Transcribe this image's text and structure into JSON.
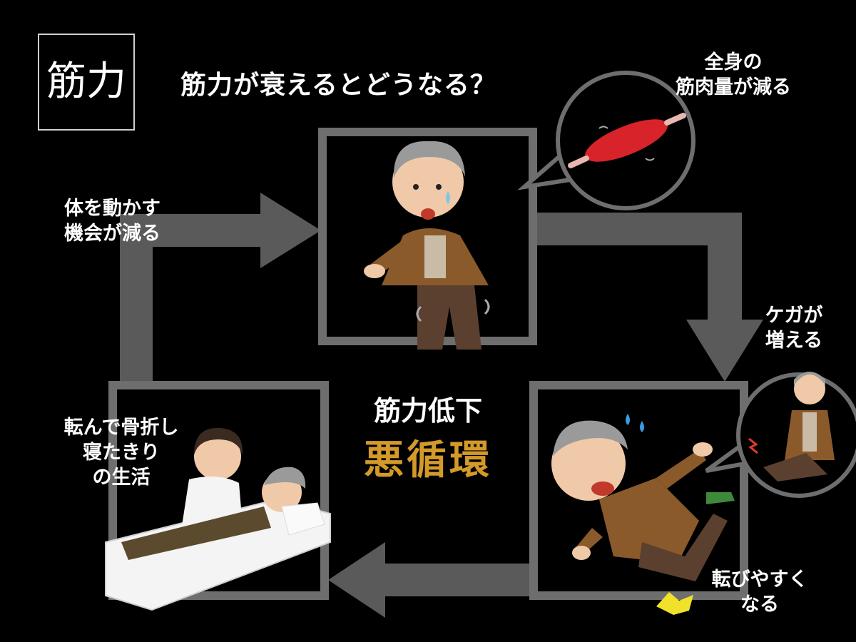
{
  "title_badge": "筋力",
  "question": "筋力が衰えるとどうなる？",
  "center": {
    "line1": "筋力低下",
    "line2": "悪循環"
  },
  "labels": {
    "muscle": [
      "全身の",
      "筋肉量が減る"
    ],
    "injury": [
      "ケガが",
      "増える"
    ],
    "fall": [
      "転びやすく",
      "なる"
    ],
    "bedridden": [
      "転んで骨折し",
      "寝たきり",
      "の生活"
    ],
    "move": [
      "体を動かす",
      "機会が減る"
    ]
  },
  "colors": {
    "background": "#000000",
    "frame": "#6e6e6e",
    "arrow": "#5a5a5a",
    "accent": "#d39a2a",
    "text": "#ffffff"
  },
  "icons": [
    "elderly-man-weak-icon",
    "muscle-icon",
    "elderly-man-falling-icon",
    "elderly-man-knee-pain-icon",
    "caregiver-bedridden-icon"
  ]
}
